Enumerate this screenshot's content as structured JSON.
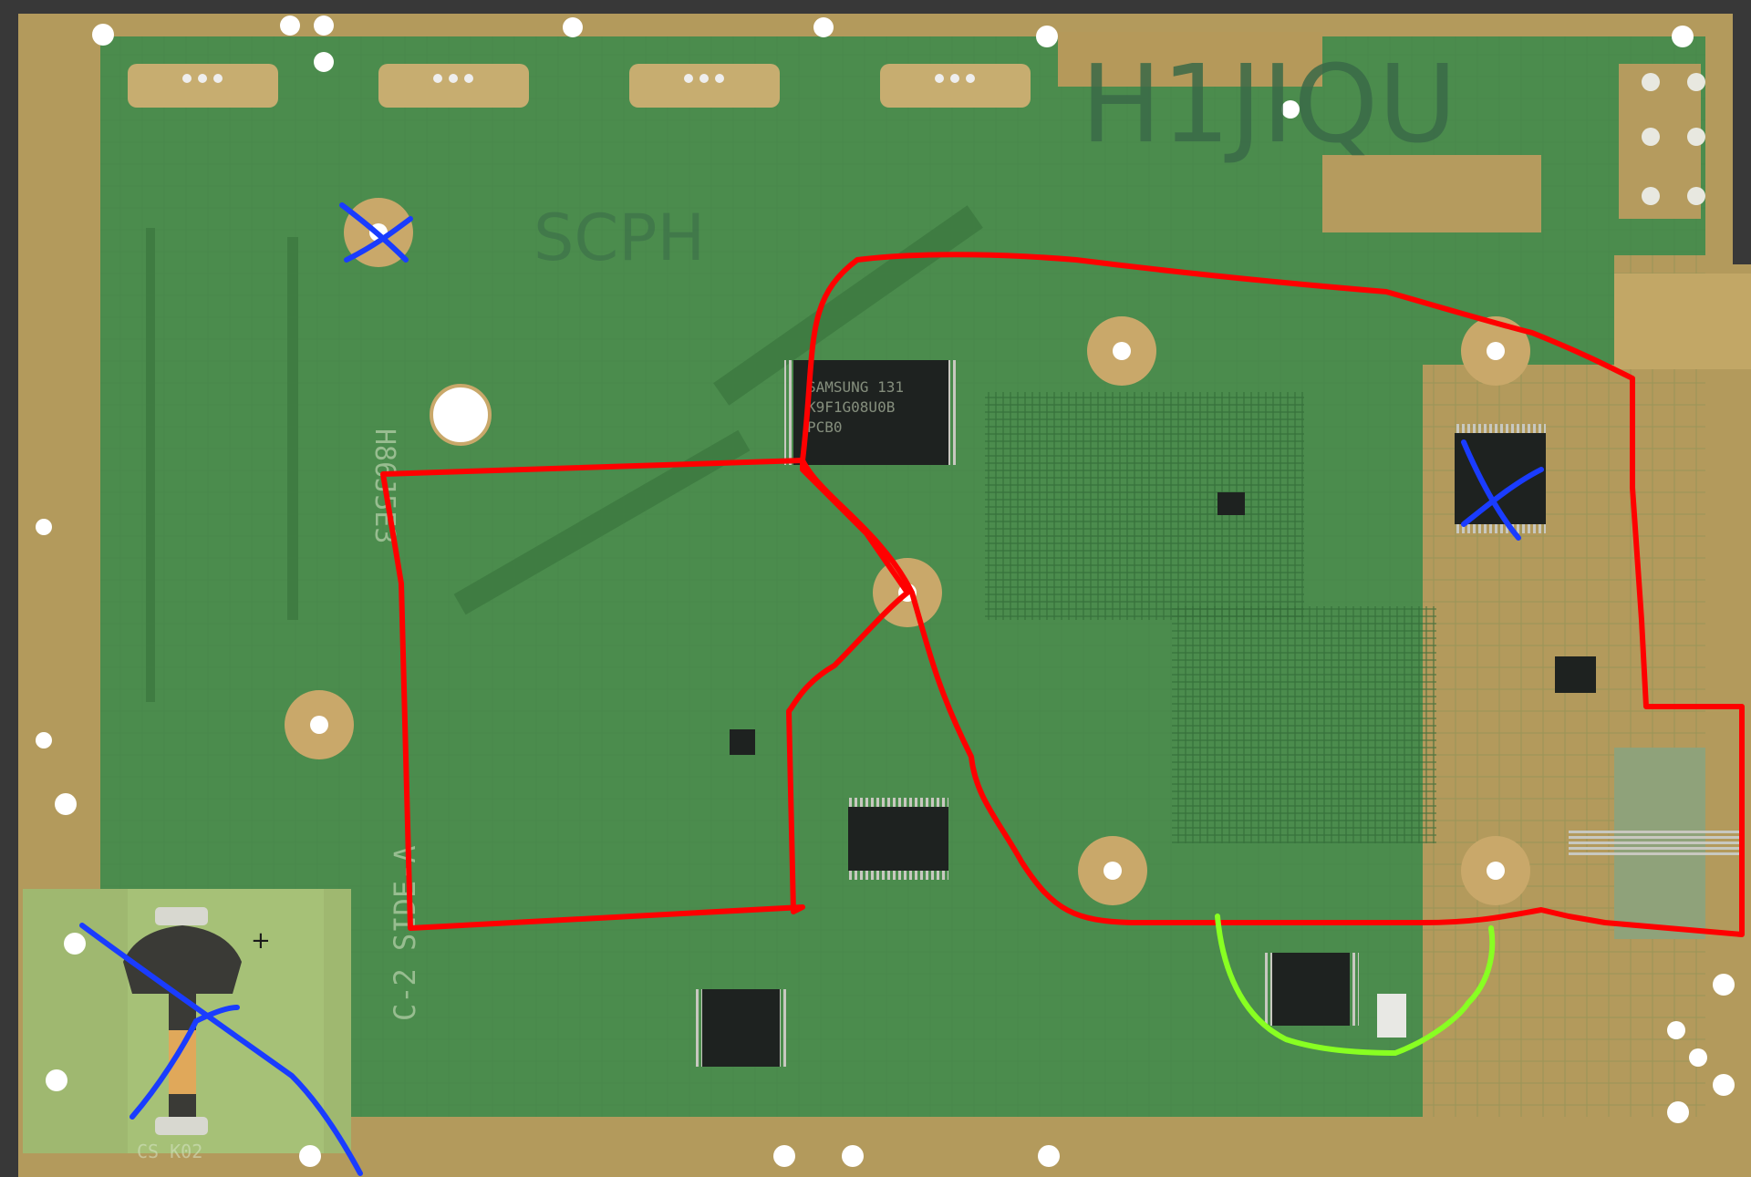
{
  "photo": {
    "subject": "printed-circuit-board",
    "board_label_top": "SCPH",
    "board_label_vertical": "C-2 SIDE-A",
    "chip_marking_lines": [
      "SAMSUNG 131",
      "K9F1G08U0B",
      "PCB0"
    ],
    "handwritten_code": "H1JIQU",
    "side_code": "H86J5E3",
    "battery_label": "+",
    "battery_ref": "CS K02",
    "colors": {
      "board_green": "#4a8a4c",
      "board_dark": "#3d7440",
      "gold_edge": "#b79c5a",
      "pad_gold": "#c9a86a",
      "chip_black": "#1e2220",
      "red_outline": "#ff0000",
      "blue_cross": "#1a3cff",
      "green_outline": "#88ff22",
      "handwriting": "#3a6a48"
    }
  },
  "annotations": {
    "red_regions": 2,
    "blue_crosses": 3,
    "green_arc": 1
  }
}
